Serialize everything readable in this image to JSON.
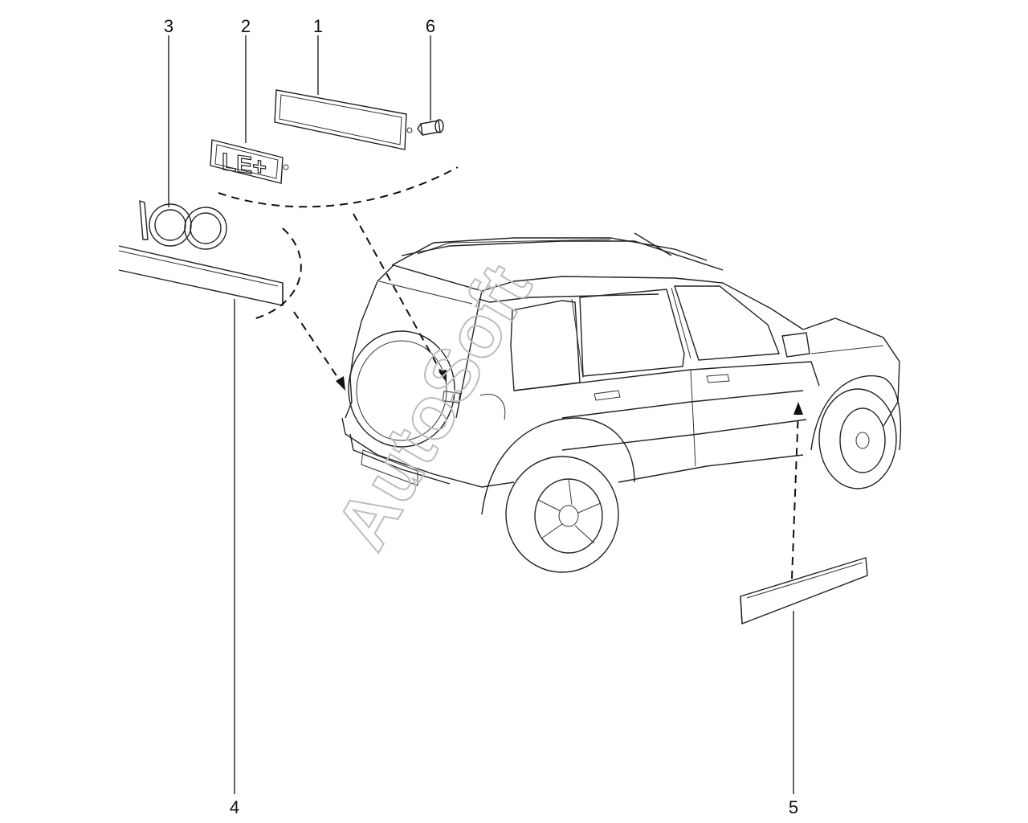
{
  "diagram": {
    "callouts": [
      {
        "id": "1",
        "label": "1"
      },
      {
        "id": "2",
        "label": "2"
      },
      {
        "id": "3",
        "label": "3"
      },
      {
        "id": "4",
        "label": "4"
      },
      {
        "id": "5",
        "label": "5"
      },
      {
        "id": "6",
        "label": "6"
      }
    ],
    "watermark": "AutoSoft",
    "colors": {
      "line": "#222222",
      "watermark": "#bdbdbd",
      "background": "#ffffff"
    }
  }
}
